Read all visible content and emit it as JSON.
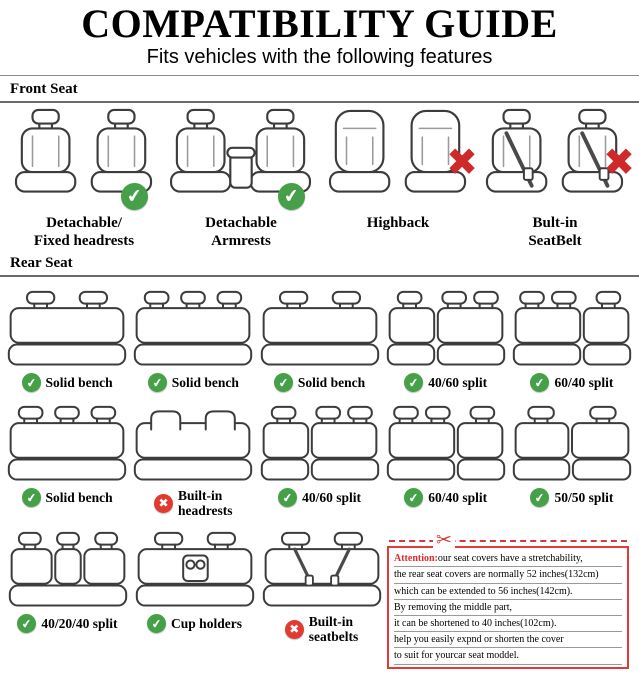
{
  "icons": {
    "check": "✔",
    "cross": "✖",
    "scissors": "✂"
  },
  "title": "COMPATIBILITY GUIDE",
  "subtitle": "Fits vehicles with the following features",
  "front_seat": {
    "heading": "Front Seat",
    "items": [
      {
        "label": "Detachable/\nFixed headrests",
        "status": "check",
        "illustration": "front-seats-detachable-headrests"
      },
      {
        "label": "Detachable\nArmrests",
        "status": "check",
        "illustration": "front-seats-detachable-armrests"
      },
      {
        "label": "Highback",
        "status": "cross",
        "illustration": "front-seats-highback"
      },
      {
        "label": "Bult-in\nSeatBelt",
        "status": "cross",
        "illustration": "front-seats-builtin-seatbelt"
      }
    ]
  },
  "rear_seat": {
    "heading": "Rear Seat",
    "row1": [
      {
        "label": "Solid bench",
        "status": "check",
        "illustration": "bench-two-headrests"
      },
      {
        "label": "Solid bench",
        "status": "check",
        "illustration": "bench-three-headrests"
      },
      {
        "label": "Solid bench",
        "status": "check",
        "illustration": "bench-two-headrests"
      },
      {
        "label": "40/60 split",
        "status": "check",
        "illustration": "split-40-60"
      },
      {
        "label": "60/40 split",
        "status": "check",
        "illustration": "split-60-40"
      }
    ],
    "row2": [
      {
        "label": "Solid bench",
        "status": "check",
        "illustration": "bench-three-headrests"
      },
      {
        "label": "Built-in\nheadrests",
        "status": "cross",
        "illustration": "bench-builtin-headrests"
      },
      {
        "label": "40/60 split",
        "status": "check",
        "illustration": "split-40-60"
      },
      {
        "label": "60/40 split",
        "status": "check",
        "illustration": "split-60-40"
      },
      {
        "label": "50/50 split",
        "status": "check",
        "illustration": "split-50-50"
      }
    ],
    "row3": [
      {
        "label": "40/20/40 split",
        "status": "check",
        "illustration": "split-40-20-40"
      },
      {
        "label": "Cup holders",
        "status": "check",
        "illustration": "bench-cup-holders"
      },
      {
        "label": "Built-in\nseatbelts",
        "status": "cross",
        "illustration": "bench-builtin-seatbelts"
      }
    ]
  },
  "attention": {
    "title": "Attention:",
    "lines": [
      "our seat covers have a stretchability,",
      "the rear seat covers are normally 52 inches(132cm)",
      "which can be extended to 56 inches(142cm).",
      "By removing the middle part,",
      "it can be shortened to 40 inches(102cm).",
      "help you easily expnd or shorten the cover",
      "to suit for yourcar seat moddel."
    ]
  }
}
